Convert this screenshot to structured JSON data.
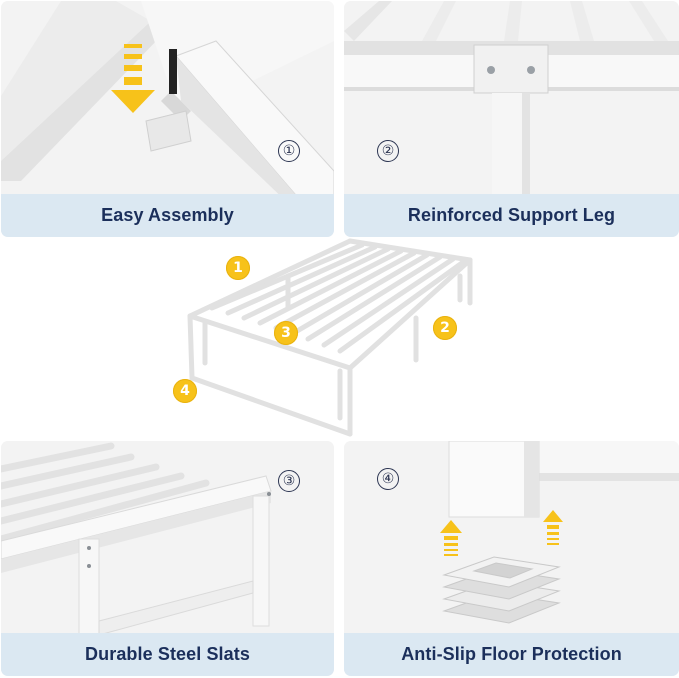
{
  "panels": [
    {
      "number": "①",
      "caption": "Easy Assembly"
    },
    {
      "number": "②",
      "caption": "Reinforced Support Leg"
    },
    {
      "number": "③",
      "caption": "Durable Steel Slats"
    },
    {
      "number": "④",
      "caption": "Anti-Slip Floor Protection"
    }
  ],
  "center_badges": [
    "1",
    "2",
    "3",
    "4"
  ],
  "colors": {
    "caption_bg": "#dbe8f2",
    "caption_text": "#1b2f5b",
    "badge": "#f7c21a",
    "arrow": "#f7c21a"
  },
  "icons": [
    "down-arrow-icon",
    "up-arrow-icon"
  ]
}
